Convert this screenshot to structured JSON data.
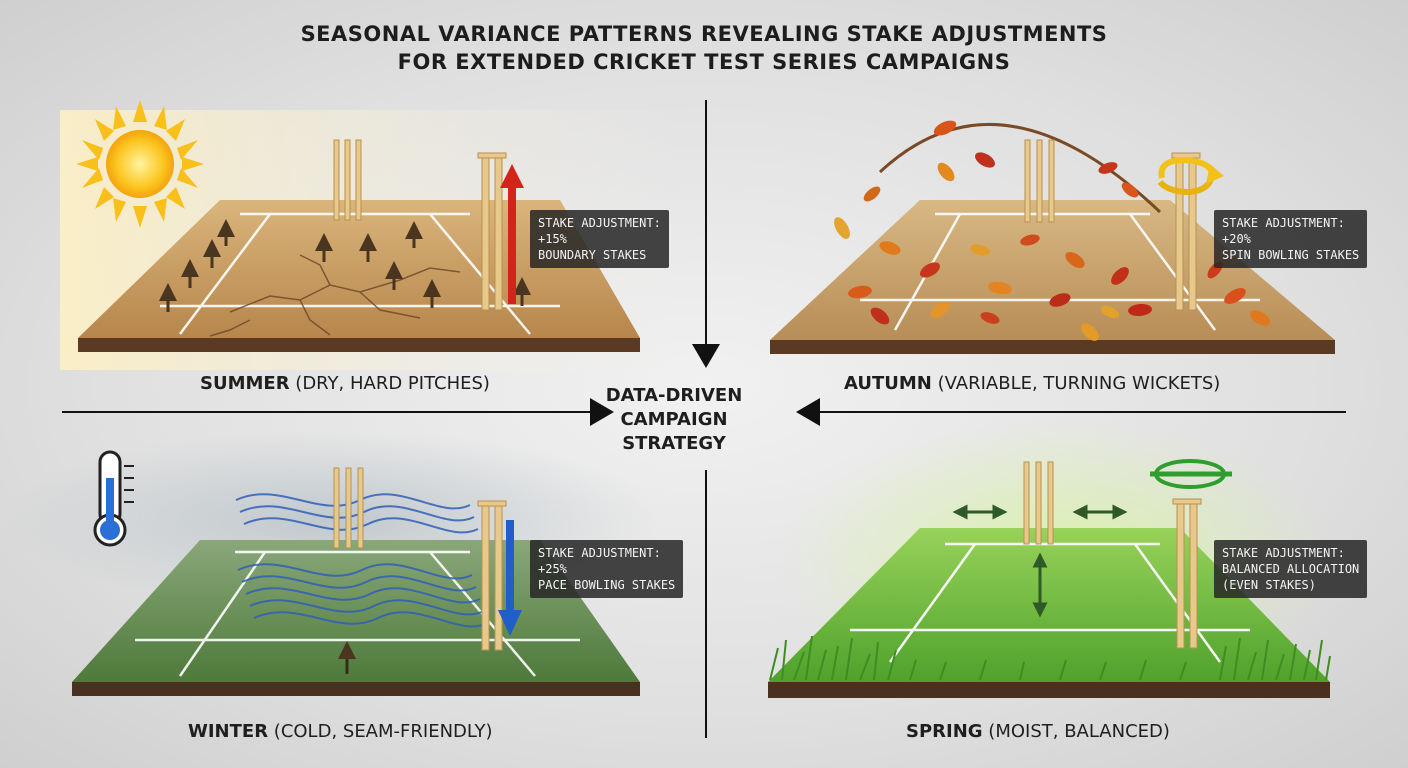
{
  "title": {
    "line1": "SEASONAL VARIANCE PATTERNS REVEALING STAKE ADJUSTMENTS",
    "line2": "FOR EXTENDED CRICKET TEST SERIES CAMPAIGNS"
  },
  "center": {
    "line1": "DATA-DRIVEN",
    "line2": "CAMPAIGN",
    "line3": "STRATEGY"
  },
  "seasons": {
    "summer": {
      "name": "SUMMER",
      "condition": "(DRY, HARD PITCHES)",
      "stake_heading": "STAKE ADJUSTMENT:",
      "stake_value": "+15%",
      "stake_target": "BOUNDARY STAKES",
      "icon": "sun-icon",
      "arrow_color": "#d3241c"
    },
    "autumn": {
      "name": "AUTUMN",
      "condition": "(VARIABLE, TURNING WICKETS)",
      "stake_heading": "STAKE ADJUSTMENT:",
      "stake_value": "+20%",
      "stake_target": "SPIN BOWLING STAKES",
      "icon": "falling-leaves-icon",
      "arrow_color": "#f2c21a"
    },
    "winter": {
      "name": "WINTER",
      "condition": "(COLD, SEAM-FRIENDLY)",
      "stake_heading": "STAKE ADJUSTMENT:",
      "stake_value": "+25%",
      "stake_target": "PACE BOWLING STAKES",
      "icon": "thermometer-icon",
      "arrow_color": "#1f5fc8"
    },
    "spring": {
      "name": "SPRING",
      "condition": "(MOIST, BALANCED)",
      "stake_heading": "STAKE ADJUSTMENT:",
      "stake_value": "BALANCED ALLOCATION",
      "stake_target": "(EVEN STAKES)",
      "icon": "balance-ring-icon",
      "arrow_color": "#2f9e2f"
    }
  },
  "colors": {
    "summer_soil": "#c79a5c",
    "autumn_soil": "#c9a06a",
    "winter_grass": "#5f8a4a",
    "spring_grass": "#63b83a",
    "stump": "#e8c98c"
  }
}
